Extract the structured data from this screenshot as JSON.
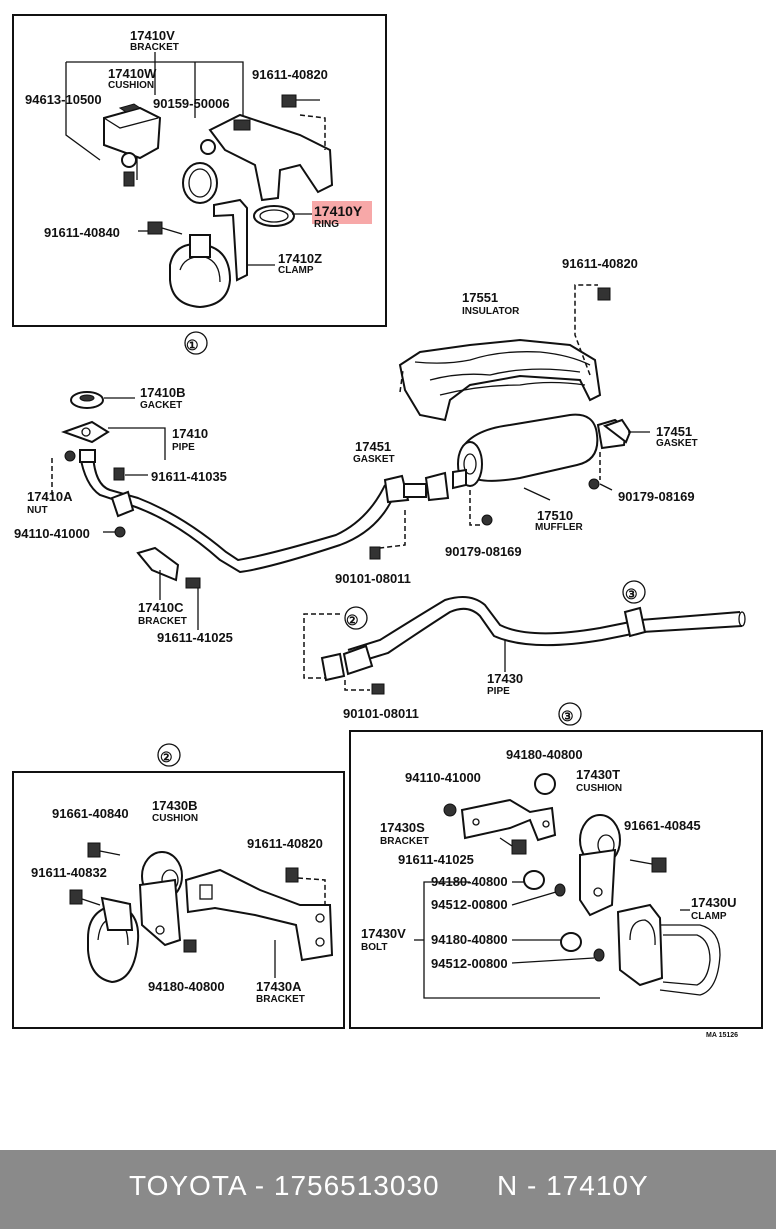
{
  "highlight_color": "#f7a8a8",
  "footer": {
    "brand_line": "TOYOTA - 1756513030",
    "part_line": "N - 17410Y"
  },
  "ref_code": "MA  15126",
  "circles": [
    "①",
    "②",
    "③"
  ],
  "labels": {
    "p17410V": "17410V",
    "s17410V": "BRACKET",
    "p17410W": "17410W",
    "s17410W": "CUSHION",
    "p94613": "94613-10500",
    "p90159": "90159-50006",
    "p91611_40820a": "91611-40820",
    "p17410Y": "17410Y",
    "s17410Y": "RING",
    "p91611_40840": "91611-40840",
    "p17410Z": "17410Z",
    "s17410Z": "CLAMP",
    "p91611_40820b": "91611-40820",
    "p17551": "17551",
    "s17551": "INSULATOR",
    "p17410B": "17410B",
    "s17410B": "GACKET",
    "p17410": "17410",
    "s17410": "PIPE",
    "p91611_41035": "91611-41035",
    "p17451a": "17451",
    "s17451a": "GASKET",
    "p17451b": "17451",
    "s17451b": "GASKET",
    "p17410A": "17410A",
    "s17410A": "NUT",
    "p94110_41000a": "94110-41000",
    "p17510": "17510",
    "s17510": "MUFFLER",
    "p90179a": "90179-08169",
    "p90179b": "90179-08169",
    "p90101a": "90101-08011",
    "p17410C": "17410C",
    "s17410C": "BRACKET",
    "p91611_41025a": "91611-41025",
    "p17430": "17430",
    "s17430": "PIPE",
    "p90101b": "90101-08011",
    "p91661_40840": "91661-40840",
    "p17430B": "17430B",
    "s17430B": "CUSHION",
    "p91611_40832": "91611-40832",
    "p91611_40820c": "91611-40820",
    "p94180_40800a": "94180-40800",
    "p17430A": "17430A",
    "s17430A": "BRACKET",
    "p94180_40800b": "94180-40800",
    "p94110_41000b": "94110-41000",
    "p17430T": "17430T",
    "s17430T": "CUSHION",
    "p17430S": "17430S",
    "s17430S": "BRACKET",
    "p91661_40845": "91661-40845",
    "p91611_41025b": "91611-41025",
    "p94180_40800c": "94180-40800",
    "p94512a": "94512-00800",
    "p17430U": "17430U",
    "s17430U": "CLAMP",
    "p17430V": "17430V",
    "s17430V": "BOLT",
    "p94180_40800d": "94180-40800",
    "p94512b": "94512-00800"
  }
}
